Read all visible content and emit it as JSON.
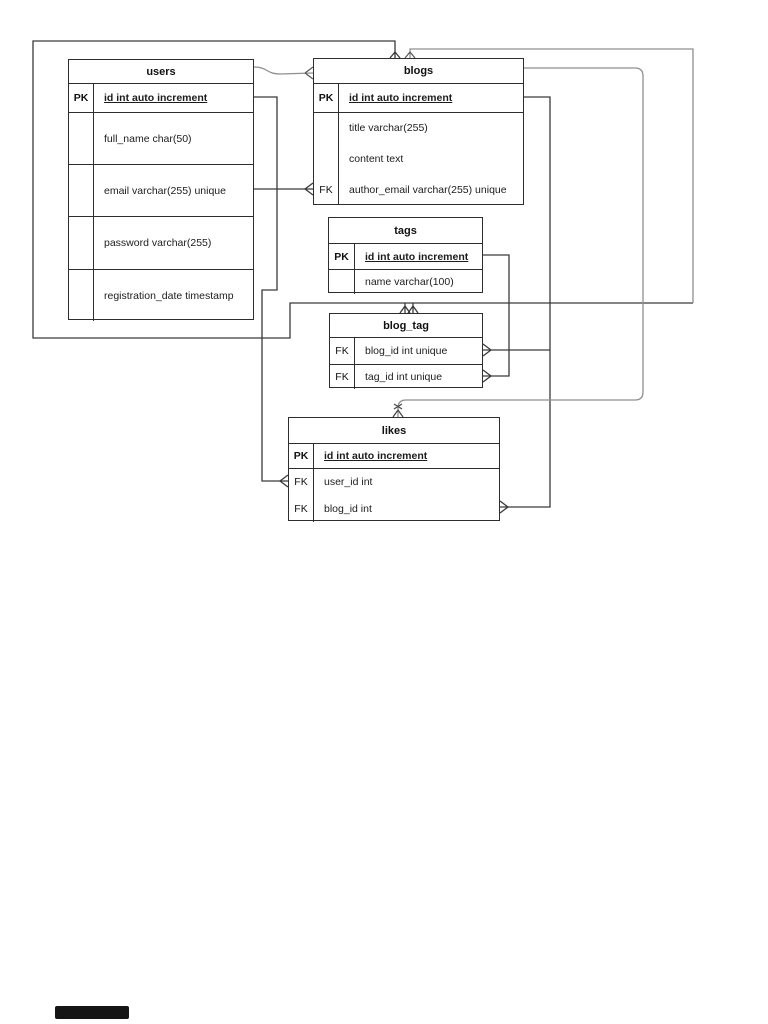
{
  "colors": {
    "line_dark": "#3a3a3a",
    "line_gray": "#8f8f8f",
    "table_border": "#2e2e2e"
  },
  "tables": {
    "users": {
      "title": "users",
      "rows": [
        {
          "key": "PK",
          "text": "id int auto increment"
        },
        {
          "key": "",
          "text": "full_name char(50)"
        },
        {
          "key": "",
          "text": "email varchar(255) unique"
        },
        {
          "key": "",
          "text": "password varchar(255)"
        },
        {
          "key": "",
          "text": "registration_date timestamp"
        }
      ]
    },
    "blogs": {
      "title": "blogs",
      "rows": [
        {
          "key": "PK",
          "text": "id int auto increment"
        },
        {
          "key": "",
          "text": "title varchar(255)"
        },
        {
          "key": "",
          "text": "content text"
        },
        {
          "key": "FK",
          "text": "author_email varchar(255) unique"
        }
      ]
    },
    "tags": {
      "title": "tags",
      "rows": [
        {
          "key": "PK",
          "text": "id int auto increment"
        },
        {
          "key": "",
          "text": "name varchar(100)"
        }
      ]
    },
    "blog_tag": {
      "title": "blog_tag",
      "rows": [
        {
          "key": "FK",
          "text": "blog_id int unique"
        },
        {
          "key": "FK",
          "text": "tag_id int unique"
        }
      ]
    },
    "likes": {
      "title": "likes",
      "rows": [
        {
          "key": "PK",
          "text": "id int auto increment"
        },
        {
          "key": "FK",
          "text": "user_id int"
        },
        {
          "key": "FK",
          "text": "blog_id int"
        }
      ]
    }
  },
  "relationships": [
    {
      "from": "users.email",
      "to": "blogs.author_email",
      "cardinality": "one-to-many"
    },
    {
      "from": "users.id",
      "to": "likes.user_id",
      "cardinality": "one-to-many"
    },
    {
      "from": "blogs.id",
      "to": "likes.blog_id",
      "cardinality": "one-to-many"
    },
    {
      "from": "blogs.id",
      "to": "blog_tag.blog_id",
      "cardinality": "one-to-many"
    },
    {
      "from": "tags.id",
      "to": "blog_tag.tag_id",
      "cardinality": "one-to-many"
    },
    {
      "from": "blogs",
      "to": "blog_tag",
      "cardinality": "many-to-many-link"
    }
  ]
}
